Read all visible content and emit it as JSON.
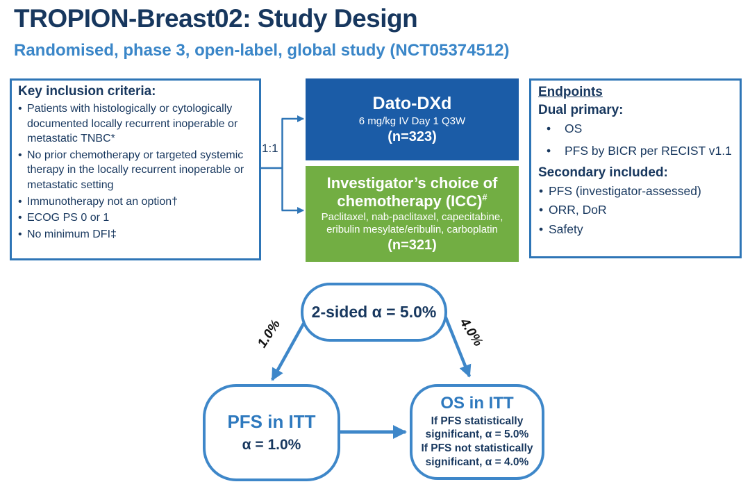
{
  "header": {
    "title": "TROPION-Breast02: Study Design",
    "subtitle": "Randomised, phase 3, open-label, global study (NCT05374512)"
  },
  "inclusion": {
    "title": "Key inclusion criteria:",
    "items": [
      "Patients with histologically or cytologically documented locally recurrent inoperable or metastatic TNBC*",
      "No prior chemotherapy or targeted systemic therapy in the locally recurrent inoperable or metastatic setting",
      "Immunotherapy not an option†",
      "ECOG PS 0 or 1",
      "No minimum DFI‡"
    ]
  },
  "randomisation": {
    "ratio": "1:1"
  },
  "arms": {
    "dato": {
      "name": "Dato-DXd",
      "dose": "6 mg/kg IV Day 1 Q3W",
      "n": "(n=323)"
    },
    "icc": {
      "name": "Investigator’s choice of chemotherapy (ICC)",
      "sup": "#",
      "drugs": "Paclitaxel, nab-paclitaxel, capecitabine, eribulin mesylate/eribulin, carboplatin",
      "n": "(n=321)"
    }
  },
  "endpoints": {
    "title": "Endpoints",
    "dual_primary_label": "Dual primary:",
    "dual_primary": [
      "OS",
      "PFS by BICR per RECIST v1.1"
    ],
    "secondary_label": "Secondary included:",
    "secondary": [
      "PFS (investigator-assessed)",
      "ORR, DoR",
      "Safety"
    ]
  },
  "alpha_diagram": {
    "top_box_label": "2-sided α = 5.0%",
    "left_edge_label": "1.0%",
    "right_edge_label": "4.0%",
    "pfs_box": {
      "title": "PFS in ITT",
      "alpha": "α = 1.0%"
    },
    "os_box": {
      "title": "OS in ITT",
      "conditions": "If PFS statistically\nsignificant, α = 5.0%\nIf PFS not statistically\nsignificant, α = 4.0%"
    }
  },
  "colors": {
    "title_navy": "#17375E",
    "subtitle_blue": "#3A86C8",
    "criteria_border_blue": "#2E75B6",
    "dato_arm_blue": "#1B5CA7",
    "icc_arm_green": "#72AE43",
    "diagram_border_blue": "#3E87C9",
    "diagram_head_blue": "#2E79BE"
  }
}
